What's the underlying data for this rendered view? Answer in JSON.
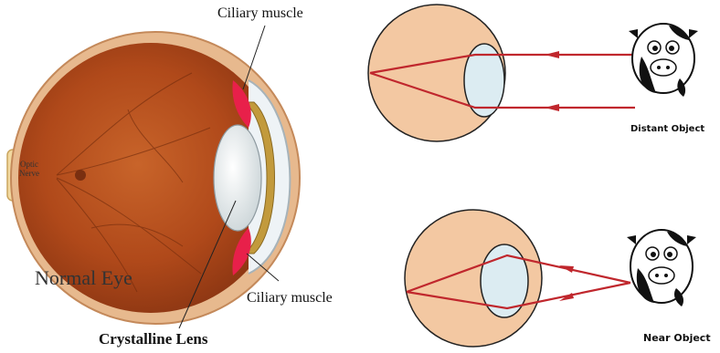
{
  "left_diagram": {
    "ciliary_top": "Ciliary muscle",
    "ciliary_bottom": "Ciliary muscle",
    "optic_line1": "Optic",
    "optic_line2": "Nerve",
    "title": "Normal Eye",
    "lens_label": "Crystalline Lens"
  },
  "right_diagram": {
    "distant_label": "Distant Object",
    "near_label": "Near Object"
  },
  "colors": {
    "eyeball_fill": "#f3c8a2",
    "retina": "#b5501e",
    "ray": "#c0272d",
    "lens_fill": "#dcecf2",
    "ciliary": "#e8204a"
  },
  "icons": [
    "cow-icon",
    "cow-icon"
  ]
}
